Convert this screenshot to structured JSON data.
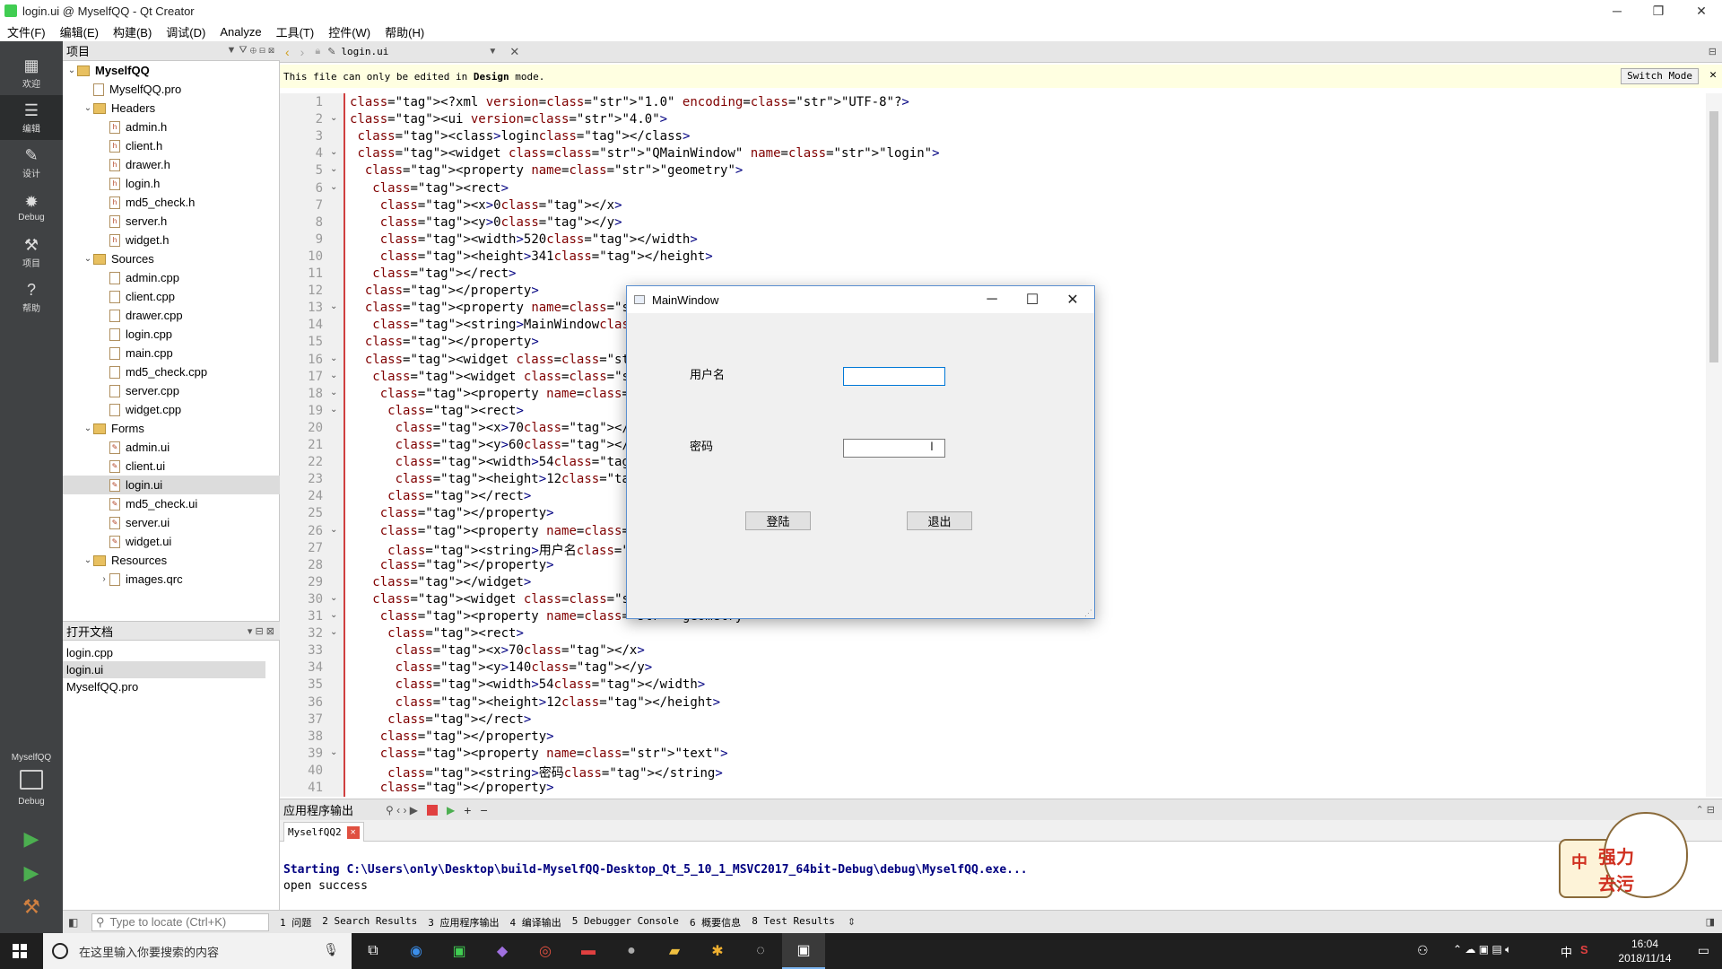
{
  "window": {
    "title": "login.ui @ MyselfQQ - Qt Creator"
  },
  "menubar": [
    "文件(F)",
    "编辑(E)",
    "构建(B)",
    "调试(D)",
    "Analyze",
    "工具(T)",
    "控件(W)",
    "帮助(H)"
  ],
  "modes": [
    {
      "label": "欢迎",
      "icon": "grid-icon"
    },
    {
      "label": "编辑",
      "icon": "edit-doc-icon"
    },
    {
      "label": "设计",
      "icon": "pencil-icon"
    },
    {
      "label": "Debug",
      "icon": "bug-icon"
    },
    {
      "label": "项目",
      "icon": "wrench-icon"
    },
    {
      "label": "帮助",
      "icon": "help-icon"
    }
  ],
  "kit": {
    "project": "MyselfQQ",
    "config": "Debug"
  },
  "projects_panel": {
    "title": "项目",
    "tree": [
      {
        "label": "MyselfQQ",
        "level": 0,
        "type": "project",
        "expanded": true,
        "bold": true
      },
      {
        "label": "MyselfQQ.pro",
        "level": 1,
        "type": "pro"
      },
      {
        "label": "Headers",
        "level": 1,
        "type": "folder",
        "expanded": true
      },
      {
        "label": "admin.h",
        "level": 2,
        "type": "h"
      },
      {
        "label": "client.h",
        "level": 2,
        "type": "h"
      },
      {
        "label": "drawer.h",
        "level": 2,
        "type": "h"
      },
      {
        "label": "login.h",
        "level": 2,
        "type": "h"
      },
      {
        "label": "md5_check.h",
        "level": 2,
        "type": "h"
      },
      {
        "label": "server.h",
        "level": 2,
        "type": "h"
      },
      {
        "label": "widget.h",
        "level": 2,
        "type": "h"
      },
      {
        "label": "Sources",
        "level": 1,
        "type": "folder",
        "expanded": true
      },
      {
        "label": "admin.cpp",
        "level": 2,
        "type": "cpp"
      },
      {
        "label": "client.cpp",
        "level": 2,
        "type": "cpp"
      },
      {
        "label": "drawer.cpp",
        "level": 2,
        "type": "cpp"
      },
      {
        "label": "login.cpp",
        "level": 2,
        "type": "cpp"
      },
      {
        "label": "main.cpp",
        "level": 2,
        "type": "cpp"
      },
      {
        "label": "md5_check.cpp",
        "level": 2,
        "type": "cpp"
      },
      {
        "label": "server.cpp",
        "level": 2,
        "type": "cpp"
      },
      {
        "label": "widget.cpp",
        "level": 2,
        "type": "cpp"
      },
      {
        "label": "Forms",
        "level": 1,
        "type": "folder",
        "expanded": true
      },
      {
        "label": "admin.ui",
        "level": 2,
        "type": "ui"
      },
      {
        "label": "client.ui",
        "level": 2,
        "type": "ui"
      },
      {
        "label": "login.ui",
        "level": 2,
        "type": "ui",
        "selected": true
      },
      {
        "label": "md5_check.ui",
        "level": 2,
        "type": "ui"
      },
      {
        "label": "server.ui",
        "level": 2,
        "type": "ui"
      },
      {
        "label": "widget.ui",
        "level": 2,
        "type": "ui"
      },
      {
        "label": "Resources",
        "level": 1,
        "type": "folder",
        "expanded": true
      },
      {
        "label": "images.qrc",
        "level": 2,
        "type": "qrc",
        "collapsed": true
      }
    ]
  },
  "open_documents": {
    "title": "打开文档",
    "items": [
      {
        "label": "login.cpp"
      },
      {
        "label": "login.ui",
        "selected": true
      },
      {
        "label": "MyselfQQ.pro"
      }
    ]
  },
  "editor": {
    "filename": "login.ui",
    "infobar_text_prefix": "This file can only be edited in ",
    "infobar_text_bold": "Design",
    "infobar_text_suffix": " mode.",
    "switch_mode_label": "Switch Mode",
    "lines": [
      "<?xml version=\"1.0\" encoding=\"UTF-8\"?>",
      "<ui version=\"4.0\">",
      " <class>login</class>",
      " <widget class=\"QMainWindow\" name=\"login\">",
      "  <property name=\"geometry\">",
      "   <rect>",
      "    <x>0</x>",
      "    <y>0</y>",
      "    <width>520</width>",
      "    <height>341</height>",
      "   </rect>",
      "  </property>",
      "  <property name=\"windowTitle\">",
      "   <string>MainWindow</string>",
      "  </property>",
      "  <widget class=\"QWidget\" name=\"cer",
      "   <widget class=\"QLabel\" name=\"lab",
      "    <property name=\"geometry\">",
      "     <rect>",
      "      <x>70</x>",
      "      <y>60</y>",
      "      <width>54</width>",
      "      <height>12</height>",
      "     </rect>",
      "    </property>",
      "    <property name=\"text\">",
      "     <string>用户名</string>",
      "    </property>",
      "   </widget>",
      "   <widget class=\"QLabel\" name=\"lab",
      "    <property name=\"geometry\">",
      "     <rect>",
      "      <x>70</x>",
      "      <y>140</y>",
      "      <width>54</width>",
      "      <height>12</height>",
      "     </rect>",
      "    </property>",
      "    <property name=\"text\">",
      "     <string>密码</string>",
      "    </property>"
    ],
    "fold_lines": [
      2,
      4,
      5,
      6,
      13,
      16,
      17,
      18,
      19,
      26,
      30,
      31,
      32,
      39
    ]
  },
  "main_window": {
    "title": "MainWindow",
    "username_label": "用户名",
    "password_label": "密码",
    "username_value": "",
    "password_value": "",
    "login_button": "登陆",
    "exit_button": "退出"
  },
  "output": {
    "title": "应用程序输出",
    "tab_label": "MyselfQQ2",
    "lines": [
      "Starting C:\\Users\\only\\Desktop\\build-MyselfQQ-Desktop_Qt_5_10_1_MSVC2017_64bit-Debug\\debug\\MyselfQQ.exe...",
      "open success"
    ]
  },
  "statusbar": {
    "locate_placeholder": "Type to locate (Ctrl+K)",
    "tabs": [
      "1 问题",
      "2 Search Results",
      "3 应用程序输出",
      "4 编译输出",
      "5 Debugger Console",
      "6 概要信息",
      "8 Test Results"
    ]
  },
  "taskbar": {
    "search_placeholder": "在这里输入你要搜索的内容",
    "time": "16:04",
    "date": "2018/11/14",
    "ime": "中"
  },
  "overlay_badge": {
    "chars": [
      "中",
      "强力",
      "去污"
    ]
  },
  "colors": {
    "sidebar": "#404244",
    "accent": "#0078d7",
    "tag": "#000080",
    "attr": "#800000",
    "string": "#008000"
  }
}
